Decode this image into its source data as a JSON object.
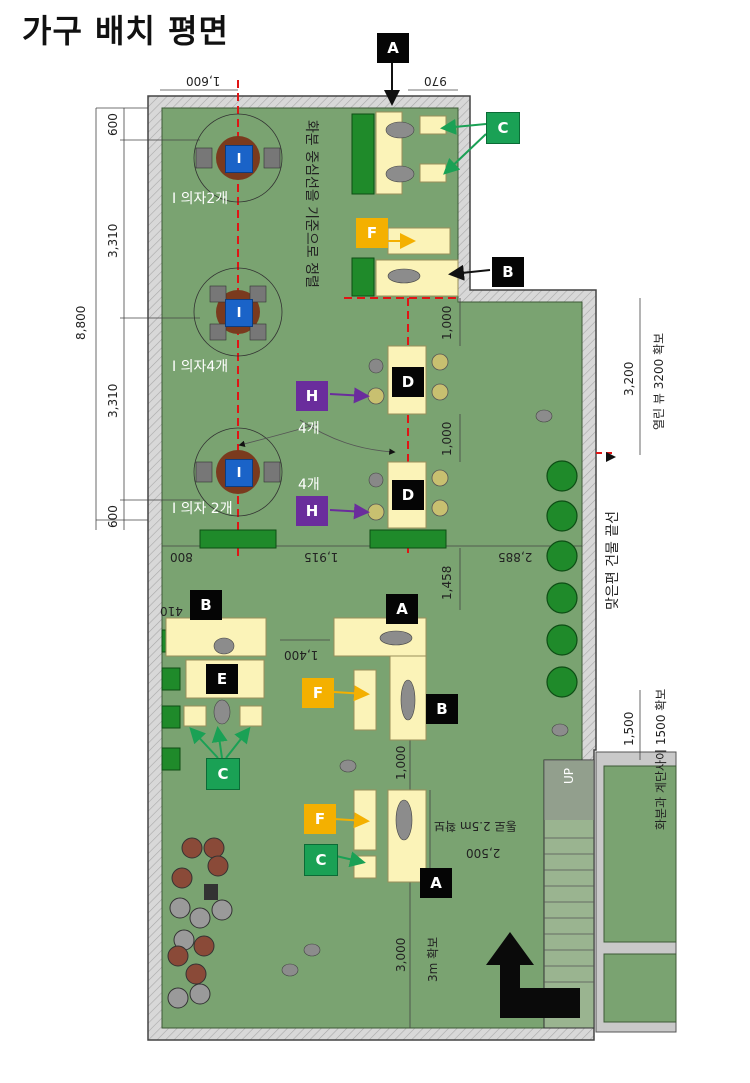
{
  "title": "가구 배치 평면",
  "tags": {
    "a": "A",
    "b": "B",
    "c": "C",
    "d": "D",
    "e": "E",
    "f": "F",
    "h": "H",
    "i": "I"
  },
  "dimensions": {
    "d1600": "1,600",
    "d970": "970",
    "d600": "600",
    "d3310": "3,310",
    "d8800": "8,800",
    "d1000": "1,000",
    "d3200": "3,200",
    "d800": "800",
    "d1915": "1,915",
    "d2885": "2,885",
    "d1458": "1,458",
    "d410": "410",
    "d1400": "1,400",
    "d2500": "2,500",
    "d3000": "3,000",
    "d1500": "1,500"
  },
  "notes": {
    "chairs_2": "I 의자2개",
    "chairs_4": "I 의자4개",
    "chairs_2b": "I 의자 2개",
    "four": "4개",
    "center_align": "화분 중심선을 기준으로 정렬",
    "view_3200": "열린 뷰 3200 확보",
    "building_line": "맞은편 건물 끝선",
    "stair_gap": "화분과 계단사이 1500 확보",
    "walk_2500": "통로 2.5m 확보",
    "walk_3m": "3m 확보",
    "up": "UP"
  },
  "colors": {
    "floor": "#7aa371",
    "wall": "#c9c9c9",
    "table": "#fbf3b8",
    "planter": "#1f8a2a",
    "round_table": "#7a3a1e",
    "center_line": "#e01515",
    "arrow_green": "#1aa155",
    "arrow_orange": "#f4b000",
    "arrow_purple": "#6a2d9c"
  }
}
